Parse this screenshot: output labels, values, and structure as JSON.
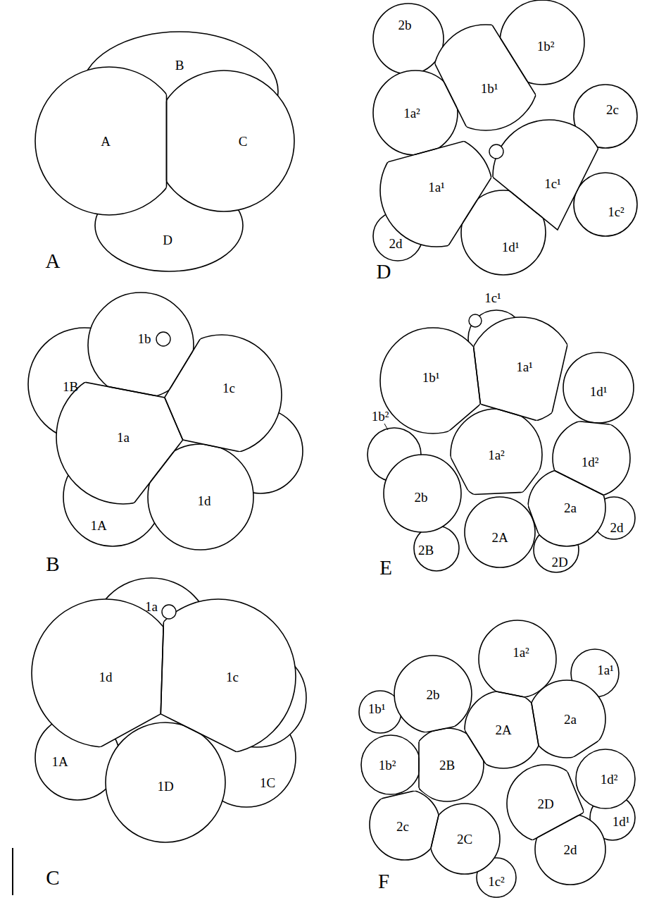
{
  "diagram": {
    "labels": [
      "B",
      "A",
      "C",
      "D",
      "A",
      "1b",
      "1B",
      "1a",
      "1c",
      "1A",
      "1d",
      "B",
      "1a",
      "1d",
      "1c",
      "1A",
      "1D",
      "1C",
      "C",
      "2b",
      "1b²",
      "1a²",
      "1b¹",
      "2c",
      "1a¹",
      "1c¹",
      "1c²",
      "2d",
      "1d¹",
      "D",
      "1c¹",
      "1b¹",
      "1a¹",
      "1d¹",
      "1b²",
      "1a²",
      "1d²",
      "2b",
      "2a",
      "2d",
      "2B",
      "2A",
      "2D",
      "E",
      "1a²",
      "1a¹",
      "1b¹",
      "2b",
      "2a",
      "1b²",
      "2B",
      "2A",
      "1d²",
      "2c",
      "2C",
      "2D",
      "1d¹",
      "2d",
      "1c²",
      "F"
    ]
  }
}
